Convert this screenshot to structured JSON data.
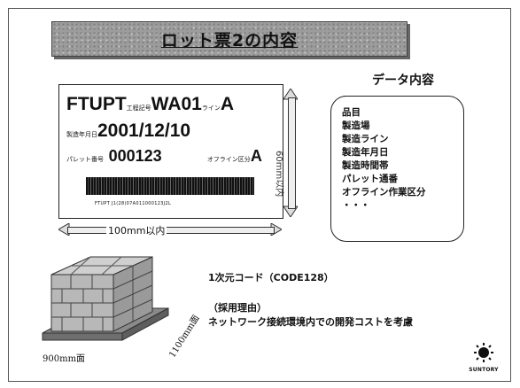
{
  "title": "ロット票2の内容",
  "data_heading": "データ内容",
  "label": {
    "line1_code": "FTUPT",
    "line1_small1": "工程記号",
    "line1_main": "WA01",
    "line1_small2": "ライン",
    "line1_end": "A",
    "line2_small": "製造年月日",
    "line2_value": "2001/12/10",
    "line3_small": "パレット番号",
    "line3_value": "000123",
    "line3_small2": "オフライン区分",
    "line3_end": "A",
    "barcode_text": "FTUPT      J1(28)07A011000123J2L"
  },
  "dims": {
    "width_label": "100mm以内",
    "height_label": "60mm以内",
    "base_900": "900mm面",
    "base_1100": "1100mm面"
  },
  "content_items": [
    "品目",
    "製造場",
    "製造ライン",
    "製造年月日",
    "製造時間帯",
    "パレット通番",
    "オフライン作業区分",
    "・・・"
  ],
  "code_line": "1次元コード（CODE128）",
  "reason_label": "（採用理由）",
  "reason_text": "ネットワーク接続環境内での開発コストを考慮",
  "logo_text": "SUNTORY",
  "colors": {
    "title_bg": "#9c9c9c",
    "box": "#b8b8b8"
  }
}
